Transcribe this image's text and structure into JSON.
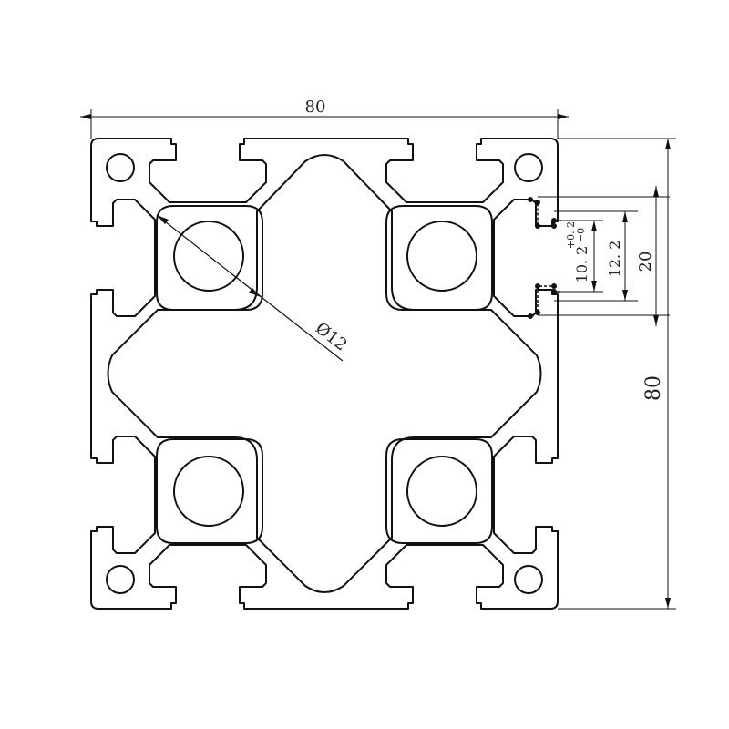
{
  "dimensions": {
    "overall_width": "80",
    "overall_height": "80",
    "hole_diameter": "Ø12",
    "slot_pitch": "20",
    "slot_opening": "12. 2",
    "slot_width": "10. 2",
    "slot_tolerance_upper": "+0. 2",
    "slot_tolerance_lower": "−0"
  },
  "colors": {
    "line": "#111111",
    "background": "#ffffff"
  }
}
